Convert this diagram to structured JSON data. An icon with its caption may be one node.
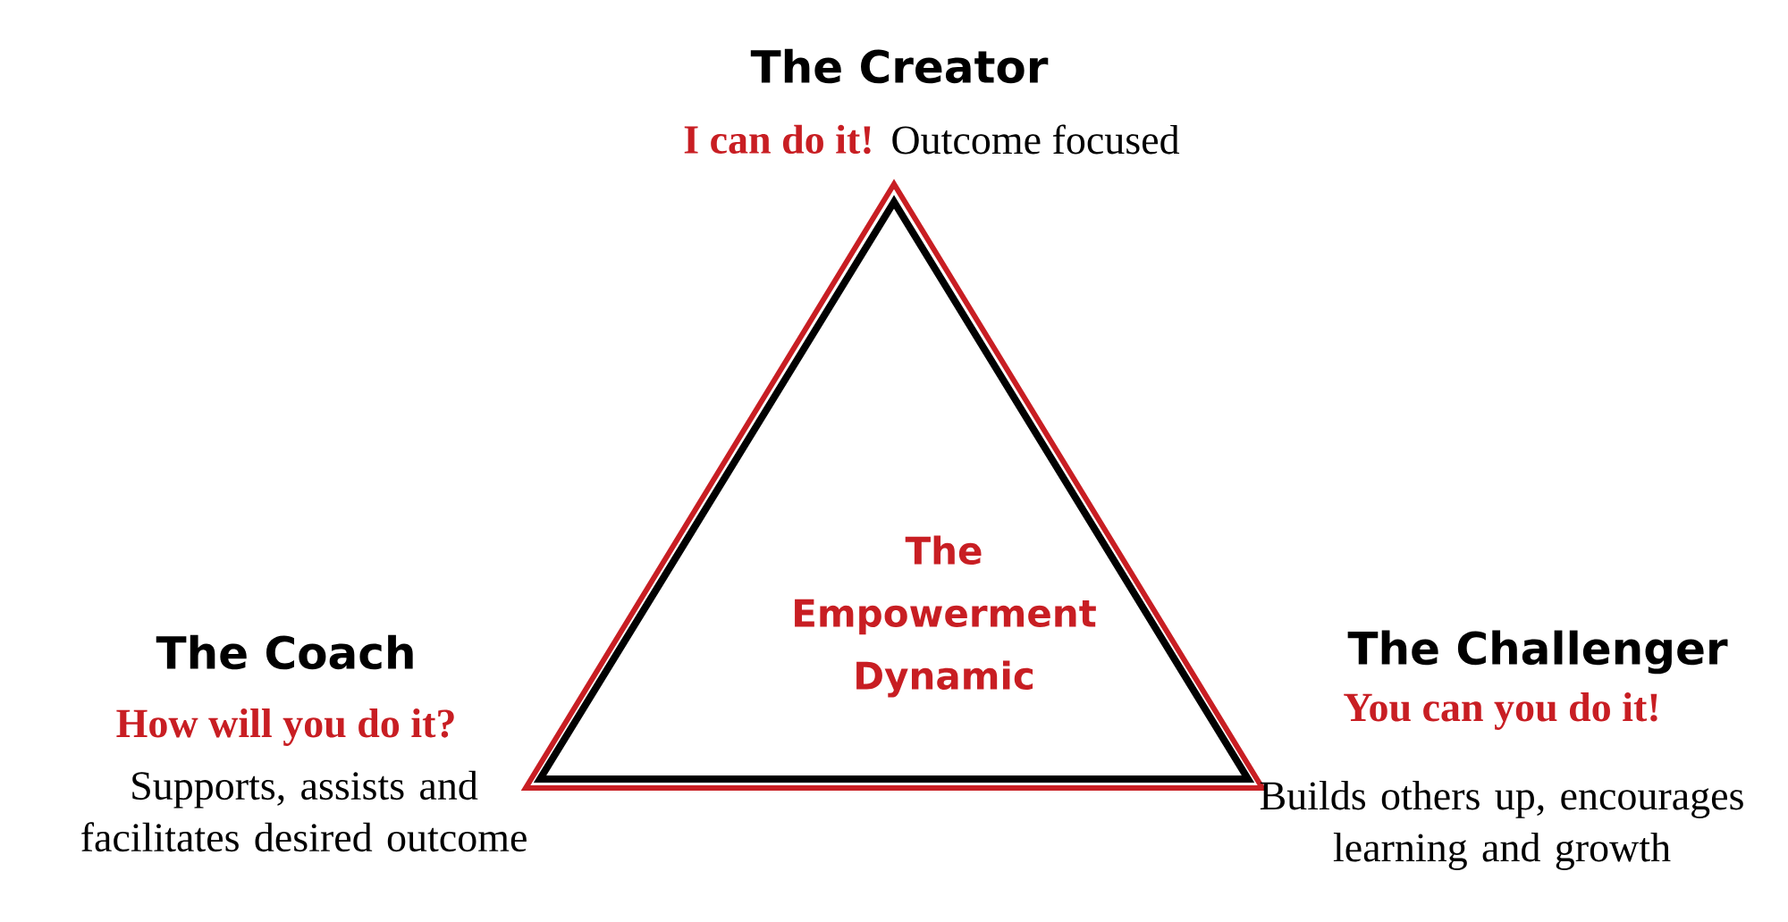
{
  "diagram": {
    "nodes": [
      {
        "text": [
          "The Empowerment Dynamic"
        ]
      }
    ],
    "edges": [],
    "labels": [
      "The Creator",
      "I can do it!",
      "Outcome focused",
      "The Coach",
      "How will you do it?",
      "Supports, assists and facilitates desired outcome",
      "The Challenger",
      "You can you do it!",
      "Builds others up, encourages learning and growth"
    ]
  }
}
